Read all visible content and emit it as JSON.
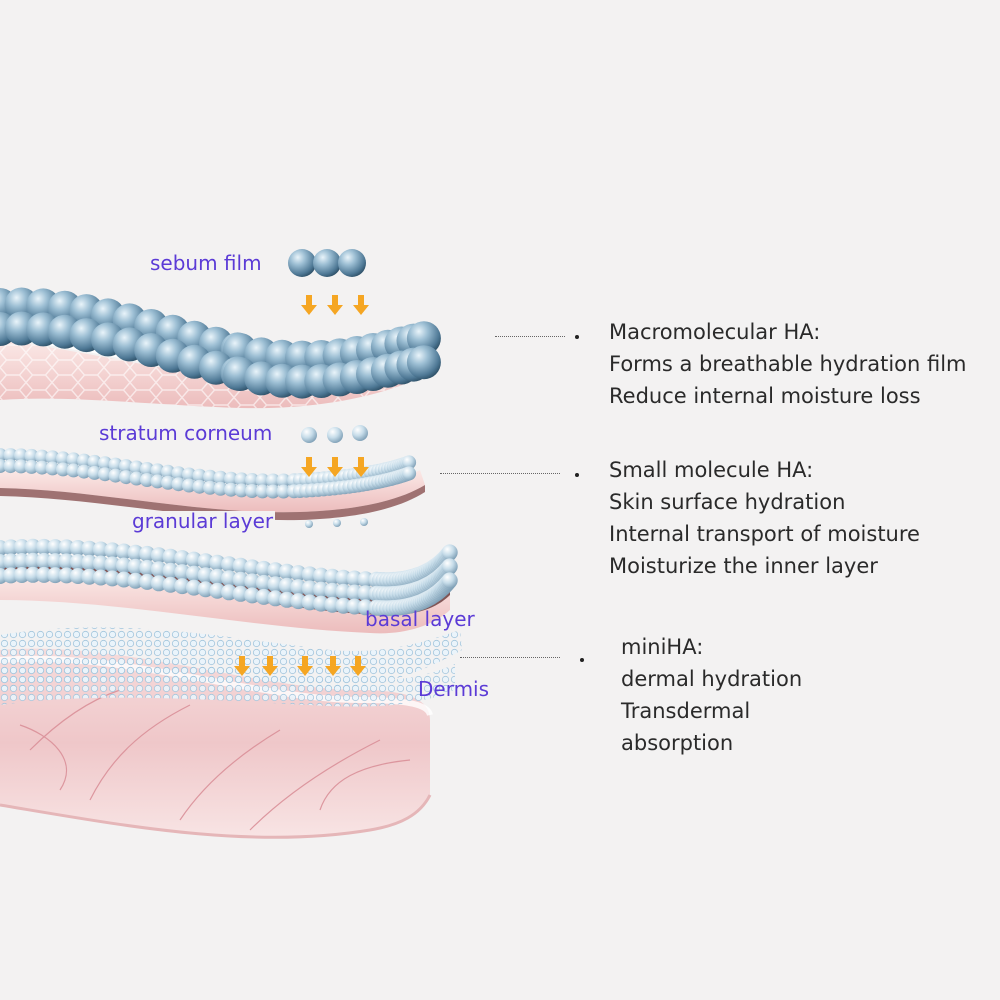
{
  "layer_labels": {
    "sebum_film": "sebum film",
    "stratum_corneum": "stratum corneum",
    "granular_layer": "granular layer",
    "basal_layer": "basal layer",
    "dermis": "Dermis"
  },
  "descriptions": [
    {
      "lines": [
        "Macromolecular HA:",
        "Forms a breathable hydration film",
        "Reduce internal moisture loss"
      ]
    },
    {
      "lines": [
        "Small molecule HA:",
        "Skin surface hydration",
        "Internal transport of moisture",
        "Moisturize the inner layer"
      ]
    },
    {
      "lines": [
        "miniHA:",
        "dermal hydration",
        "Transdermal",
        "absorption"
      ]
    }
  ],
  "colors": {
    "label": "#5b3bd6",
    "text": "#2a2a2a",
    "arrow": "#f5a623",
    "sphere_large": "#5d89a6",
    "skin": "#f1c9c9"
  }
}
